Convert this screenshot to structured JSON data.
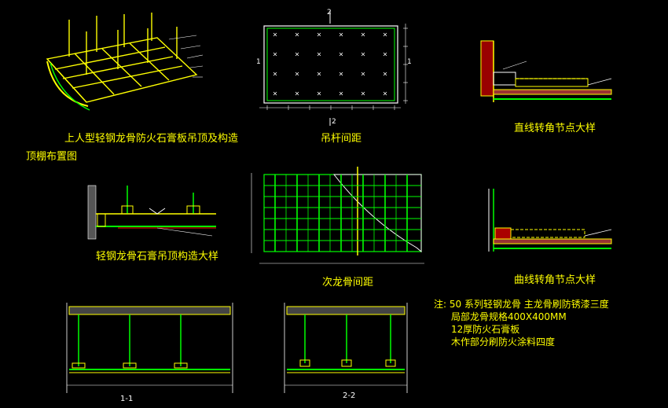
{
  "captions": {
    "iso_title": "上人型轻钢龙骨防火石膏板吊顶及构造",
    "plan_title": "顶棚布置图",
    "rod_title": "吊杆间距",
    "straight_corner": "直线转角节点大样",
    "section_detail": "轻钢龙骨石膏吊顶构造大样",
    "sub_keel": "次龙骨间距",
    "curve_corner": "曲线转角节点大样",
    "sec11": "1-1",
    "sec22": "2-2"
  },
  "notes": [
    "注: 50 系列轻钢龙骨  主龙骨刷防锈漆三度",
    "局部龙骨规格400X400MM",
    "12厚防火石膏板",
    "木作部分刷防火涂料四度"
  ],
  "marks": {
    "plan_top": "2",
    "plan_bottom": "2",
    "plan_left": "1",
    "plan_right": "1"
  },
  "colors": {
    "yellow": "#ffff00",
    "green": "#00ff00",
    "white": "#ffffff",
    "red": "#ff0000"
  }
}
